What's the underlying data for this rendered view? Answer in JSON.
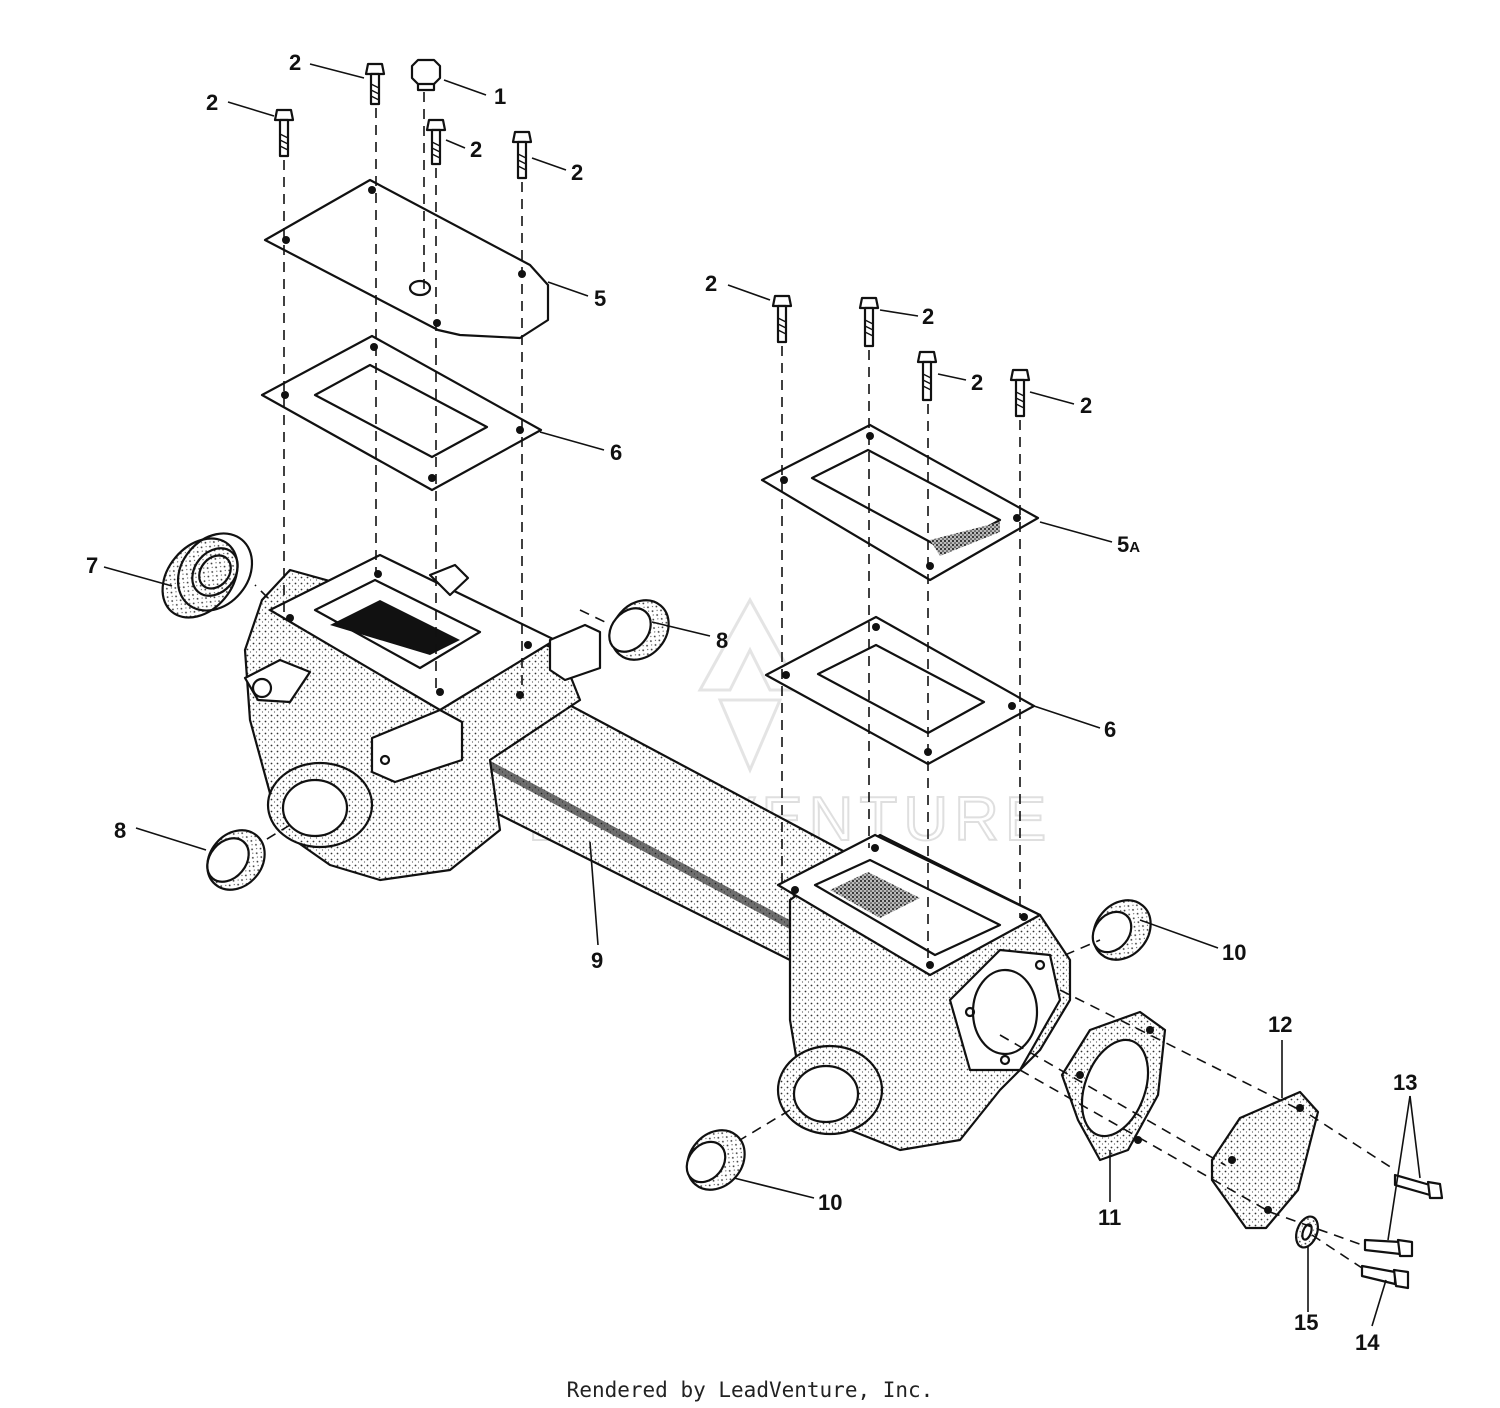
{
  "callouts": {
    "c1": "1",
    "c2a": "2",
    "c2b": "2",
    "c2c": "2",
    "c2d": "2",
    "c2e": "2",
    "c2f": "2",
    "c2g": "2",
    "c2h": "2",
    "c5": "5",
    "c5a": "5",
    "c5a_suffix": "A",
    "c6a": "6",
    "c6b": "6",
    "c7": "7",
    "c8a": "8",
    "c8b": "8",
    "c9": "9",
    "c10a": "10",
    "c10b": "10",
    "c11": "11",
    "c12": "12",
    "c13": "13",
    "c14": "14",
    "c15": "15"
  },
  "watermark": "LEADVENTURE",
  "footer": "Rendered by LeadVenture, Inc."
}
